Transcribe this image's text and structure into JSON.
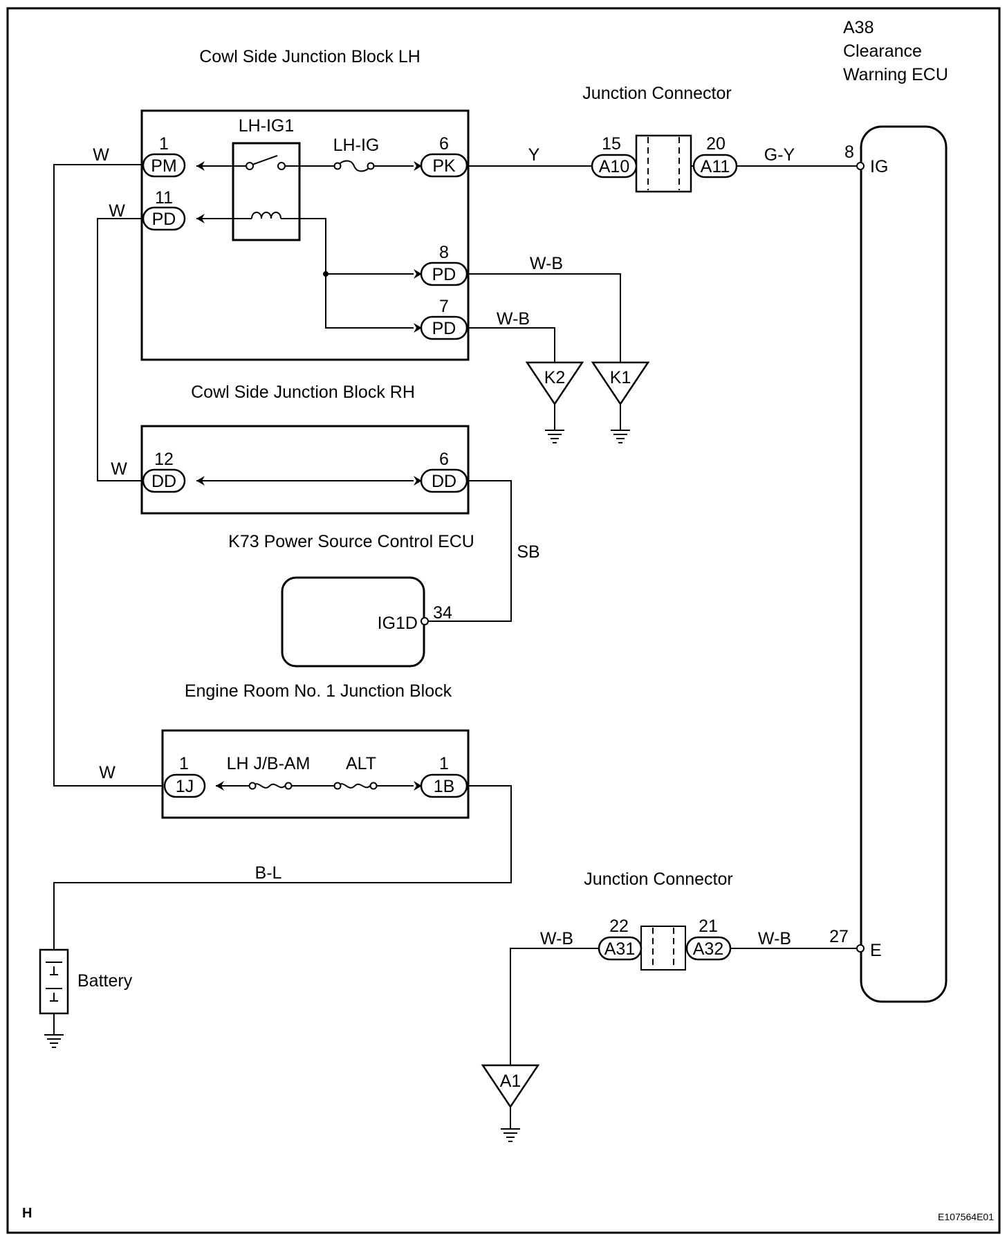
{
  "blocks": {
    "cowl_lh": "Cowl Side Junction Block LH",
    "cowl_rh": "Cowl Side Junction Block RH",
    "k73": "K73 Power Source Control ECU",
    "engine_room": "Engine Room No. 1 Junction Block",
    "jc_top": "Junction Connector",
    "jc_bottom": "Junction Connector",
    "ecu_line1": "A38",
    "ecu_line2": "Clearance",
    "ecu_line3": "Warning ECU",
    "battery": "Battery"
  },
  "relay": {
    "name": "LH-IG1",
    "fuse": "LH-IG"
  },
  "fuses": {
    "jb_am": "LH J/B-AM",
    "alt": "ALT"
  },
  "terminals": {
    "lh_pm": {
      "num": "1",
      "code": "PM"
    },
    "lh_pd11": {
      "num": "11",
      "code": "PD"
    },
    "lh_pk": {
      "num": "6",
      "code": "PK"
    },
    "lh_pd8": {
      "num": "8",
      "code": "PD"
    },
    "lh_pd7": {
      "num": "7",
      "code": "PD"
    },
    "a10": {
      "num": "15",
      "code": "A10"
    },
    "a11": {
      "num": "20",
      "code": "A11"
    },
    "rh_dd12": {
      "num": "12",
      "code": "DD"
    },
    "rh_dd6": {
      "num": "6",
      "code": "DD"
    },
    "er_1j": {
      "num": "1",
      "code": "1J"
    },
    "er_1b": {
      "num": "1",
      "code": "1B"
    },
    "a31": {
      "num": "22",
      "code": "A31"
    },
    "a32": {
      "num": "21",
      "code": "A32"
    }
  },
  "ecu_pins": {
    "ig": {
      "num": "8",
      "name": "IG"
    },
    "e": {
      "num": "27",
      "name": "E"
    },
    "ig1d": {
      "num": "34",
      "name": "IG1D"
    }
  },
  "wires": {
    "w_pm": "W",
    "w_pd": "W",
    "w_dd": "W",
    "w_1j": "W",
    "y": "Y",
    "gy": "G-Y",
    "wb_pd8": "W-B",
    "wb_pd7": "W-B",
    "sb": "SB",
    "bl": "B-L",
    "wb_a31": "W-B",
    "wb_a32": "W-B"
  },
  "grounds": {
    "k1": "K1",
    "k2": "K2",
    "a1": "A1"
  },
  "footer": {
    "left": "H",
    "right": "E107564E01"
  }
}
